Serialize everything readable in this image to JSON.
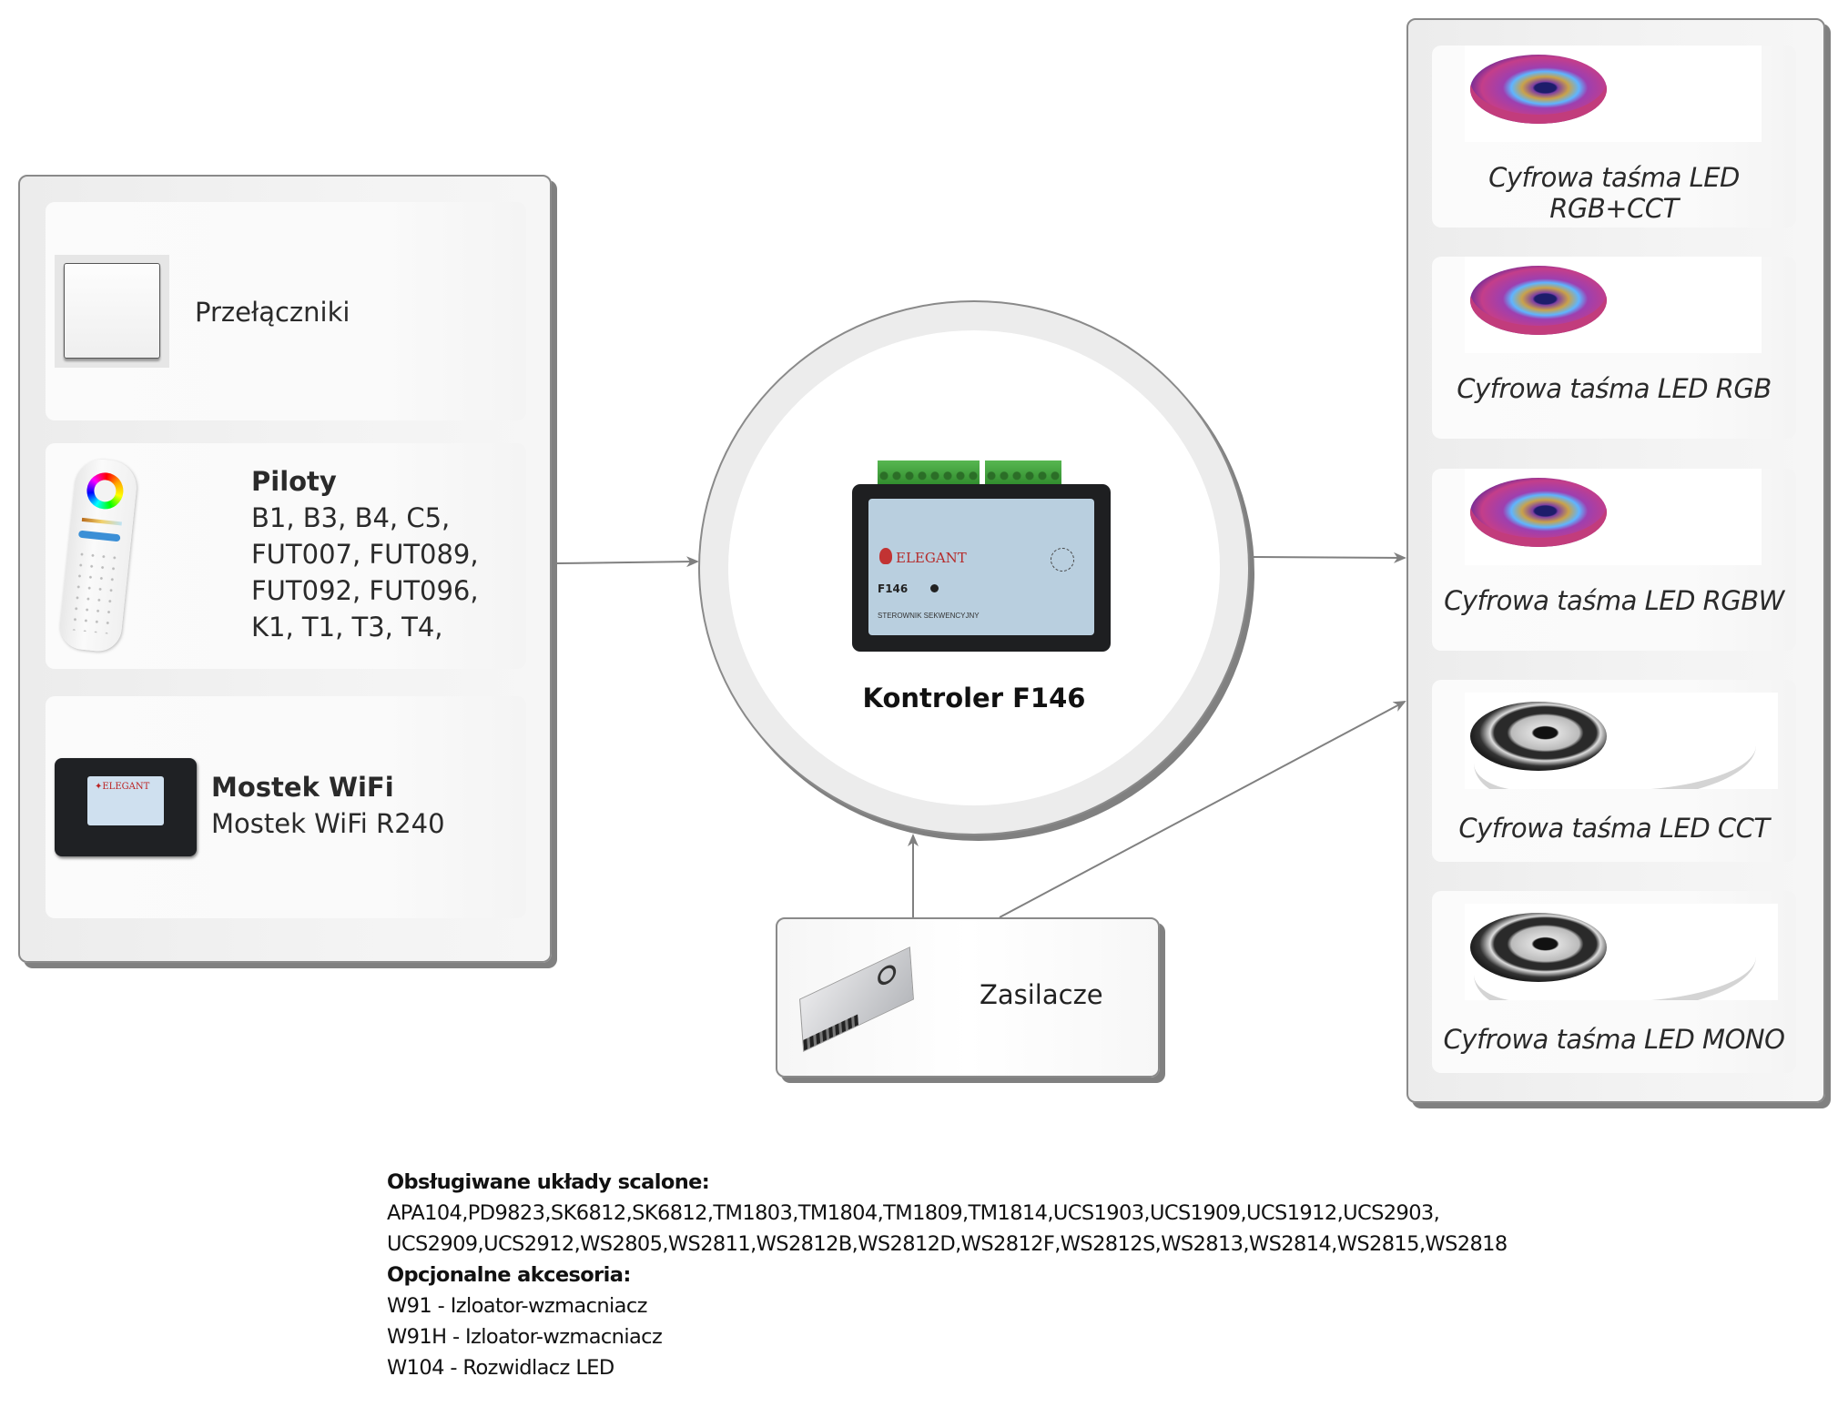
{
  "inputs_panel": {
    "items": [
      {
        "title": "Przełączniki",
        "icon": "wall-switch-image",
        "lines": []
      },
      {
        "title": "Piloty",
        "icon": "remote-control-image",
        "lines": [
          "B1, B3, B4, C5,",
          "FUT007, FUT089,",
          "FUT092, FUT096,",
          "K1, T1, T3, T4,"
        ]
      },
      {
        "title": "Mostek WiFi",
        "icon": "wifi-bridge-image",
        "lines": [
          "Mostek WiFi R240"
        ]
      }
    ]
  },
  "controller": {
    "title": "Kontroler F146",
    "device": {
      "brand": "ELEGANT",
      "model": "F146",
      "subtitle": "STEROWNIK SEKWENCYJNY"
    }
  },
  "power": {
    "title": "Zasilacze",
    "icon": "power-supply-image"
  },
  "outputs_panel": {
    "items": [
      {
        "label": "Cyfrowa taśma LED RGB+CCT",
        "style": "rgb"
      },
      {
        "label": "Cyfrowa taśma LED RGB",
        "style": "rgb"
      },
      {
        "label": "Cyfrowa taśma LED RGBW",
        "style": "rgb"
      },
      {
        "label": "Cyfrowa taśma LED CCT",
        "style": "white"
      },
      {
        "label": "Cyfrowa taśma LED MONO",
        "style": "white"
      }
    ]
  },
  "notes": {
    "chips_heading": "Obsługiwane układy scalone:",
    "chips_lines": [
      "APA104,PD9823,SK6812,SK6812,TM1803,TM1804,TM1809,TM1814,UCS1903,UCS1909,UCS1912,UCS2903,",
      "UCS2909,UCS2912,WS2805,WS2811,WS2812B,WS2812D,WS2812F,WS2812S,WS2813,WS2814,WS2815,WS2818"
    ],
    "accessories_heading": "Opcjonalne akcesoria:",
    "accessories": [
      "W91 - Izloator-wzmacniacz",
      "W91H - Izloator-wzmacniacz",
      "W104 - Rozwidlacz LED"
    ]
  },
  "colors": {
    "connector": "#808080",
    "panel_border": "#8a8a8a",
    "panel_bg": "#efefef"
  }
}
